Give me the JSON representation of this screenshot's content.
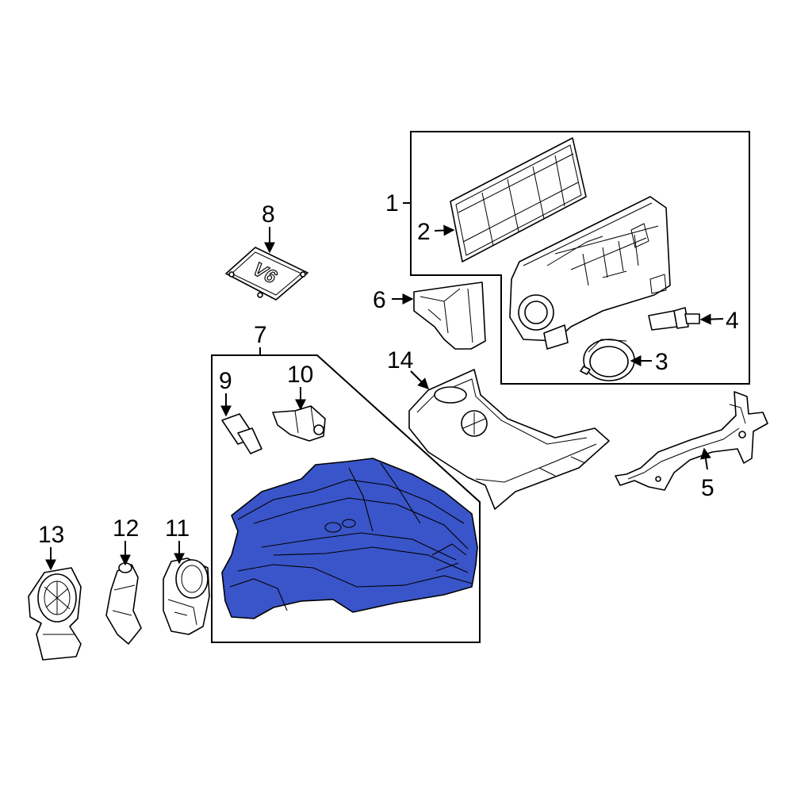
{
  "diagram": {
    "highlight_color": "#3a55c9",
    "callouts": [
      "1",
      "2",
      "3",
      "4",
      "5",
      "6",
      "7",
      "8",
      "9",
      "10",
      "11",
      "12",
      "13",
      "14"
    ],
    "emblem_text": "V6"
  }
}
